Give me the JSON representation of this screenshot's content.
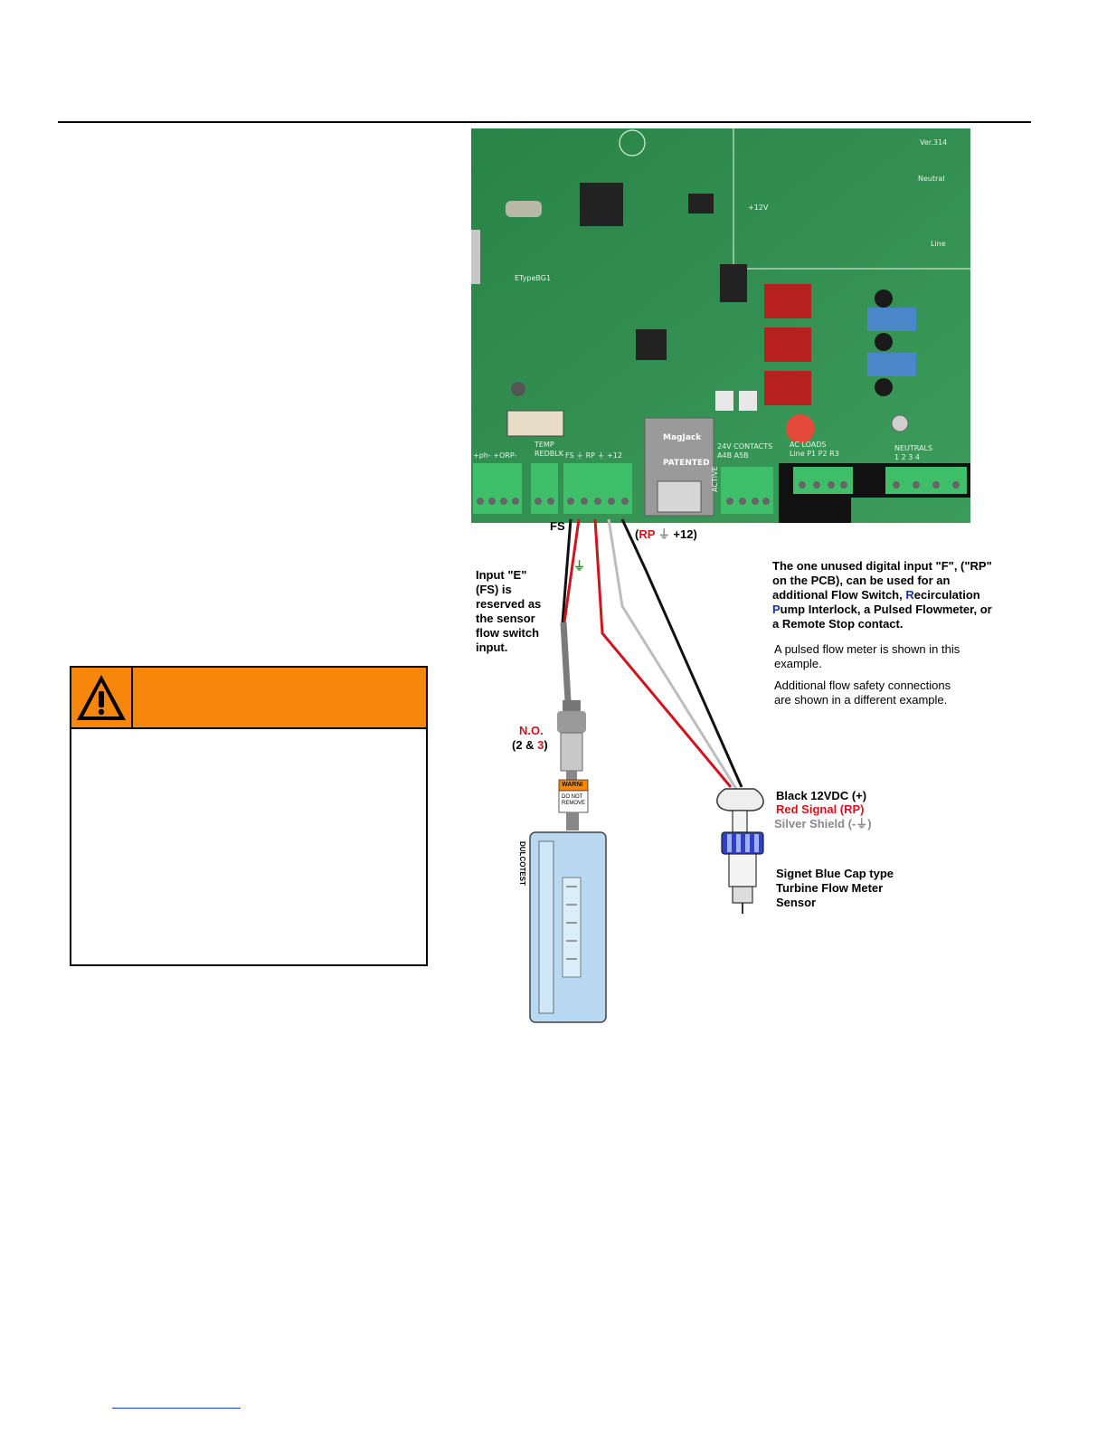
{
  "warning": {
    "icon": "warning-triangle-icon",
    "signal_word": "",
    "header_color": "#f7870a"
  },
  "pcb": {
    "version_label": "Ver.314",
    "neutral_label": "Neutral",
    "line_label": "Line",
    "plus12v_label": "+12V",
    "etype_label": "ETypeBG1",
    "input_header": "+ph-  +ORP-",
    "temp_header": "TEMP\nREDBLK",
    "digital_header": "FS ⏚ RP ⏚ +12",
    "contacts_header": "24V CONTACTS\nA4B  A5B",
    "active_label": "ACTIVE",
    "ac_loads_header": "AC LOADS\nLine  P1  P2  R3",
    "neutrals_header": "NEUTRALS\n1    2    3    4",
    "jack_brand": "MagJack",
    "jack_text": "PATENTED"
  },
  "labels": {
    "fs_terminal": "FS",
    "rp_open": "(",
    "rp_text": "RP",
    "rp_ground": "⏚",
    "rp_plus12": "+12)",
    "ground_symbol": "⏚",
    "input_e": "Input \"E\"\n(FS) is\nreserved as\nthe sensor\nflow switch\ninput.",
    "unused_input_1": "The one unused digital input \"F\", (\"RP\"\non the PCB), can be used for an\nadditional Flow Switch, ",
    "unused_input_R": "R",
    "unused_input_2": "ecirculation\n",
    "unused_input_P": "P",
    "unused_input_3": "ump Interlock, a Pulsed Flowmeter, or\na Remote Stop contact.",
    "pulsed_example": "A pulsed flow meter is shown in this\nexample.",
    "additional_example": "Additional flow safety connections\nare shown in a different example.",
    "no_label": "N.O.",
    "no_pins_open": "(2 & ",
    "no_pins_3": "3",
    "no_pins_close": ")",
    "tag_warning": "WARNI",
    "tag_text": "DO NOT\nREMOVE",
    "flow_switch_brand": "DULCOTEST",
    "wire_black": "Black 12VDC (+)",
    "wire_red": "Red Signal (RP)",
    "wire_silver": "Silver Shield (-⏚)",
    "sensor_caption": "Signet Blue Cap type\nTurbine Flow Meter\nSensor"
  },
  "colors": {
    "pcb_green": "#2f8f4e",
    "terminal_green": "#3fbf6a",
    "wire_black": "#111111",
    "wire_red": "#d0141e",
    "wire_silver": "#bdbdbd",
    "sensor_blue": "#3040c8",
    "flow_switch_body": "#b9d9f3"
  }
}
